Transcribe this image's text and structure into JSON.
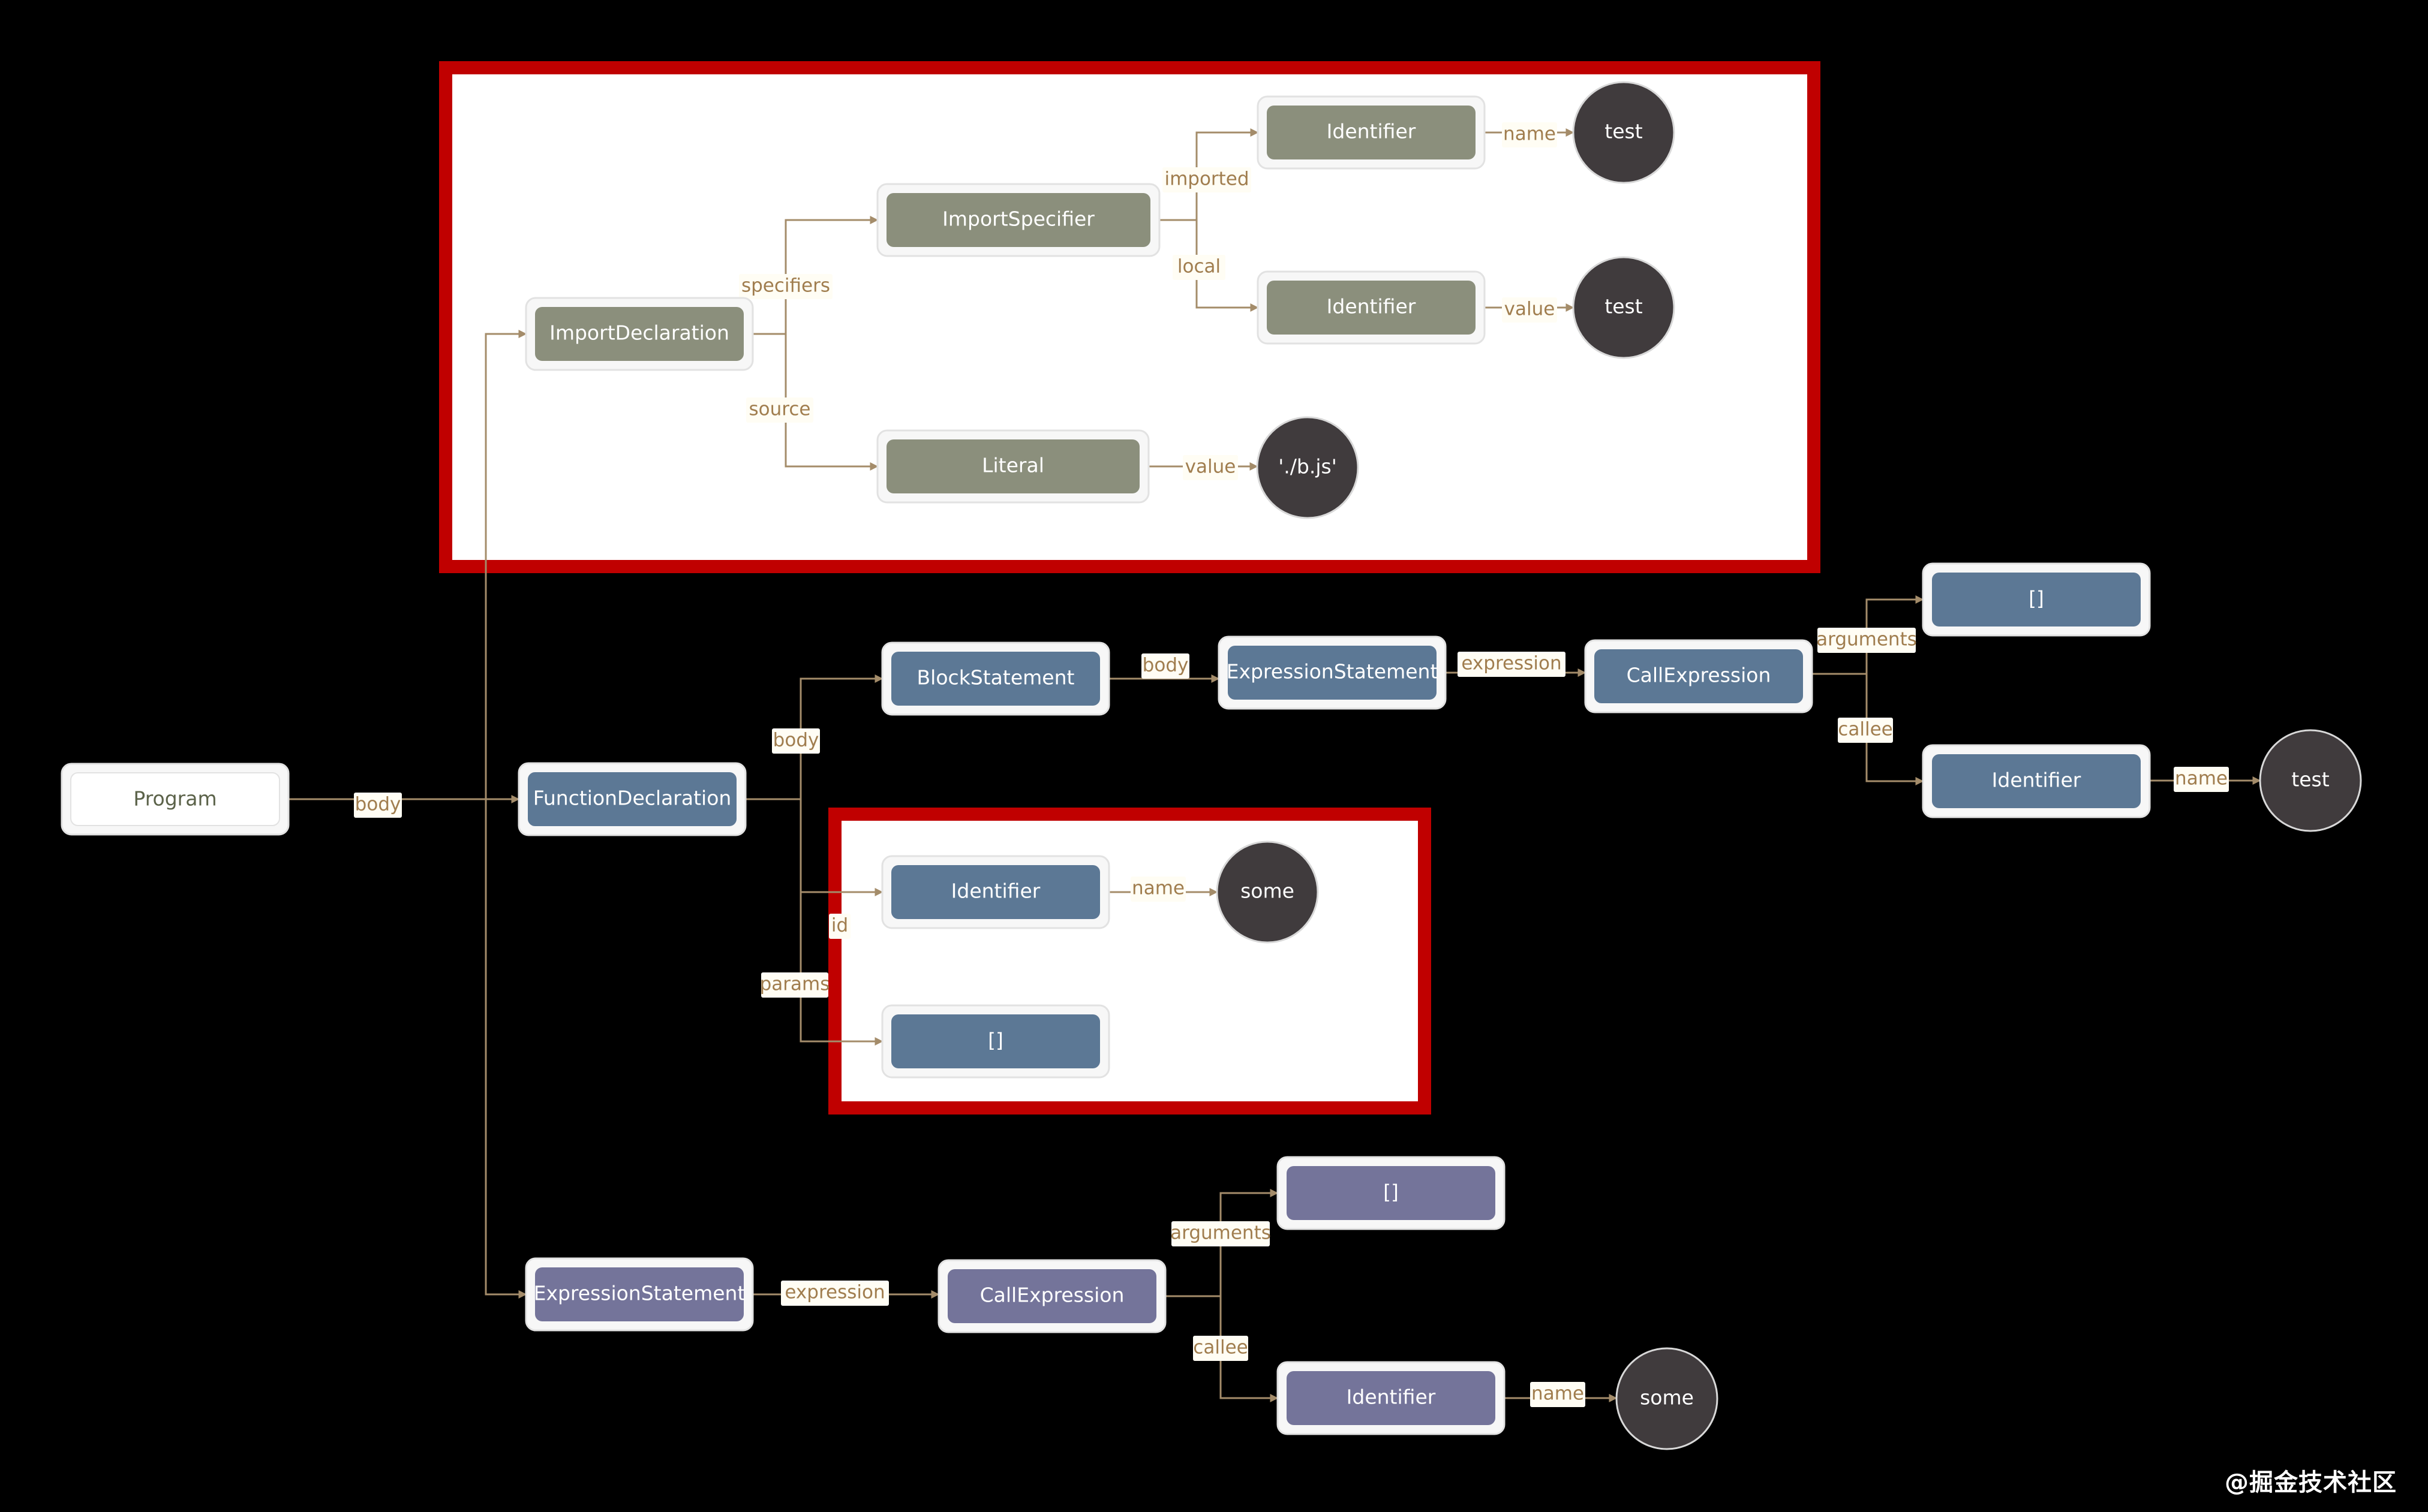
{
  "colors": {
    "background": "#000000",
    "edge": "#a48c6a",
    "edge_label": "#a07d4e",
    "edge_label_bg": "#fffdf4",
    "highlight_frame": "#c00000",
    "highlight_fill": "#ffffff",
    "node_border": "#e2e2e2",
    "node_olive": "#8b8f7c",
    "node_blue": "#5c7895",
    "node_purple": "#74749a",
    "node_root": "#ffffff",
    "node_root_text": "#5b6249",
    "value_circle": "#403b3d",
    "value_text": "#ffffff"
  },
  "nodes": {
    "program": "Program",
    "import_declaration": "ImportDeclaration",
    "import_specifier": "ImportSpecifier",
    "identifier_imported": "Identifier",
    "identifier_local": "Identifier",
    "literal": "Literal",
    "function_declaration": "FunctionDeclaration",
    "block_statement": "BlockStatement",
    "expression_statement_inner": "ExpressionStatement",
    "call_expression_inner": "CallExpression",
    "arguments_inner": "[]",
    "identifier_callee_inner": "Identifier",
    "identifier_id": "Identifier",
    "params": "[]",
    "expression_statement_outer": "ExpressionStatement",
    "call_expression_outer": "CallExpression",
    "arguments_outer": "[]",
    "identifier_callee_outer": "Identifier"
  },
  "values": {
    "imported_name": "test",
    "local_value": "test",
    "literal_value": "'./b.js'",
    "inner_callee_name": "test",
    "id_name": "some",
    "outer_callee_name": "some"
  },
  "edges": {
    "program_body": "body",
    "import_specifiers": "specifiers",
    "import_source": "source",
    "specifier_imported": "imported",
    "specifier_local": "local",
    "imported_name": "name",
    "local_value": "value",
    "literal_value": "value",
    "function_body": "body",
    "function_id": "id",
    "function_params": "params",
    "block_body": "body",
    "expr_expression_inner": "expression",
    "call_arguments_inner": "arguments",
    "call_callee_inner": "callee",
    "callee_name_inner": "name",
    "id_name": "name",
    "expr_expression_outer": "expression",
    "call_arguments_outer": "arguments",
    "call_callee_outer": "callee",
    "callee_name_outer": "name"
  },
  "watermark": "@掘金技术社区"
}
